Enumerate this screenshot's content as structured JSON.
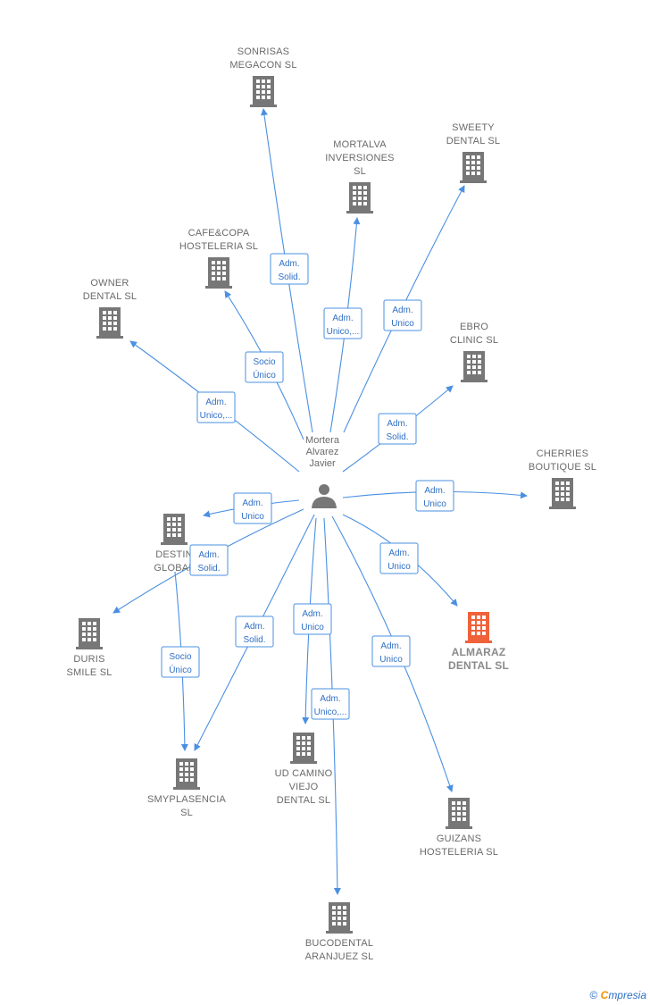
{
  "colors": {
    "edge": "#4a90e2",
    "building": "#777777",
    "highlight": "#f0623a",
    "person": "#777777"
  },
  "center": {
    "name": [
      "Mortera",
      "Alvarez",
      "Javier"
    ],
    "icon": "person-icon"
  },
  "companies": [
    {
      "id": "sonrisas",
      "label": [
        "SONRISAS",
        "MEGACON  SL"
      ],
      "highlight": false
    },
    {
      "id": "mortalva",
      "label": [
        "MORTALVA",
        "INVERSIONES",
        "SL"
      ],
      "highlight": false
    },
    {
      "id": "sweety",
      "label": [
        "SWEETY",
        "DENTAL  SL"
      ],
      "highlight": false
    },
    {
      "id": "cafecopa",
      "label": [
        "CAFE&COPA",
        "HOSTELERIA SL"
      ],
      "highlight": false
    },
    {
      "id": "owner",
      "label": [
        "OWNER",
        "DENTAL  SL"
      ],
      "highlight": false
    },
    {
      "id": "ebro",
      "label": [
        "EBRO",
        "CLINIC  SL"
      ],
      "highlight": false
    },
    {
      "id": "cherries",
      "label": [
        "CHERRIES",
        "BOUTIQUE SL"
      ],
      "highlight": false
    },
    {
      "id": "destin",
      "label": [
        "DESTIN",
        "GLOBAL"
      ],
      "highlight": false
    },
    {
      "id": "duris",
      "label": [
        "DURIS",
        "SMILE  SL"
      ],
      "highlight": false
    },
    {
      "id": "almaraz",
      "label": [
        "ALMARAZ",
        "DENTAL  SL"
      ],
      "highlight": true
    },
    {
      "id": "smyplasencia",
      "label": [
        "SMYPLASENCIA",
        "SL"
      ],
      "highlight": false
    },
    {
      "id": "udcamino",
      "label": [
        "UD CAMINO",
        "VIEJO",
        "DENTAL  SL"
      ],
      "highlight": false
    },
    {
      "id": "guizans",
      "label": [
        "GUIZANS",
        "HOSTELERIA SL"
      ],
      "highlight": false
    },
    {
      "id": "bucodental",
      "label": [
        "BUCODENTAL",
        "ARANJUEZ  SL"
      ],
      "highlight": false
    }
  ],
  "edges": [
    {
      "from": "center",
      "to": "sonrisas",
      "label": [
        "Adm.",
        "Solid."
      ]
    },
    {
      "from": "center",
      "to": "mortalva",
      "label": [
        "Adm.",
        "Unico,..."
      ]
    },
    {
      "from": "center",
      "to": "sweety",
      "label": [
        "Adm.",
        "Unico"
      ]
    },
    {
      "from": "center",
      "to": "cafecopa",
      "label": [
        "Socio",
        "Único"
      ]
    },
    {
      "from": "center",
      "to": "owner",
      "label": [
        "Adm.",
        "Unico,..."
      ]
    },
    {
      "from": "center",
      "to": "ebro",
      "label": [
        "Adm.",
        "Solid."
      ]
    },
    {
      "from": "center",
      "to": "cherries",
      "label": [
        "Adm.",
        "Unico"
      ]
    },
    {
      "from": "center",
      "to": "destin",
      "label": [
        "Adm.",
        "Unico"
      ]
    },
    {
      "from": "center",
      "to": "almaraz",
      "label": [
        "Adm.",
        "Unico"
      ]
    },
    {
      "from": "center",
      "to": "duris",
      "label": [
        "Adm.",
        "Solid."
      ]
    },
    {
      "from": "center",
      "to": "smyplasencia",
      "label": [
        "Adm.",
        "Solid."
      ]
    },
    {
      "from": "destin",
      "to": "smyplasencia",
      "label": [
        "Socio",
        "Único"
      ]
    },
    {
      "from": "center",
      "to": "udcamino",
      "label": [
        "Adm.",
        "Unico"
      ]
    },
    {
      "from": "center",
      "to": "bucodental",
      "label": [
        "Adm.",
        "Unico,..."
      ]
    },
    {
      "from": "center",
      "to": "guizans",
      "label": [
        "Adm.",
        "Unico"
      ]
    }
  ],
  "footer": {
    "copyright": "©",
    "brand_e": "C",
    "brand_rest": "mpresia"
  }
}
